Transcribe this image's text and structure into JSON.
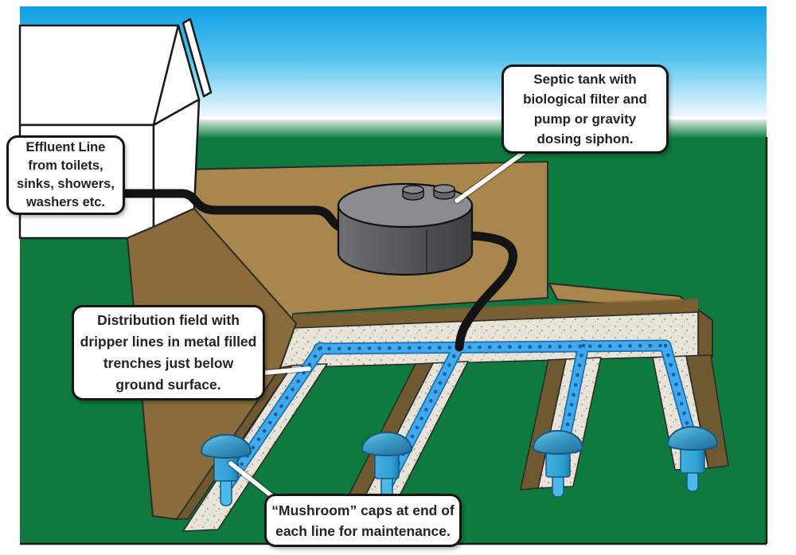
{
  "callouts": {
    "effluent_line": {
      "text": "Effluent Line\nfrom toilets,\nsinks, showers,\nwashers etc."
    },
    "septic_tank": {
      "text": "Septic tank with\nbiological filter and\npump or gravity\ndosing siphon."
    },
    "distribution_field": {
      "text": "Distribution field with\ndripper lines in metal filled\ntrenches just below\nground surface."
    },
    "mushroom_caps": {
      "text": "“Mushroom” caps at end of\neach line for maintenance."
    }
  },
  "colors": {
    "sky_top": "#119FE3",
    "sky_horizon": "#FFFFFF",
    "grass": "#0E7A3D",
    "dirt_light": "#A8864E",
    "dirt_medium": "#8A6B3A",
    "dirt_dark": "#6E5930",
    "gravel": "#E8E4D9",
    "dripper_blue": "#41A9EE",
    "dripper_dot": "#1A5F9E",
    "tank_top": "#8A8C8F",
    "tank_side": "#55565A",
    "pipe": "#131313",
    "mushroom_blue": "#3AA8DC",
    "outline": "#1A1A1A"
  }
}
